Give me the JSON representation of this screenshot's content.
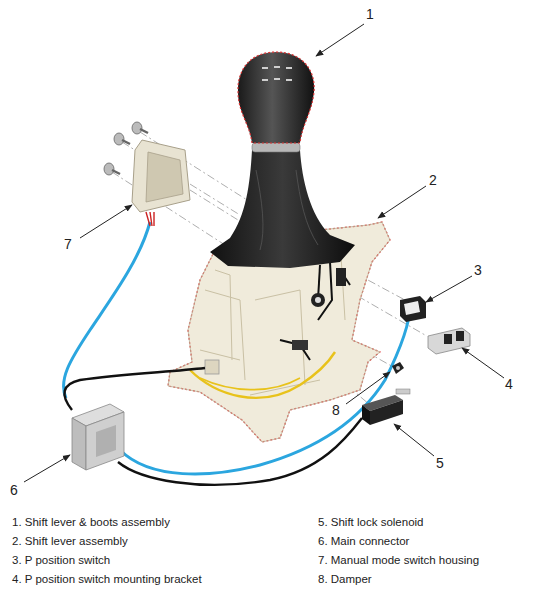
{
  "diagram": {
    "labels": [
      "1",
      "2",
      "7",
      "3",
      "4",
      "8",
      "5",
      "6",
      "1. Shift lever & boots assembly",
      "2. Shift lever assembly",
      "3. P position switch",
      "4. P position switch mounting bracket",
      "5. Shift lock solenoid",
      "6. Main connector",
      "7. Manual mode switch housing",
      "8. Damper"
    ]
  }
}
